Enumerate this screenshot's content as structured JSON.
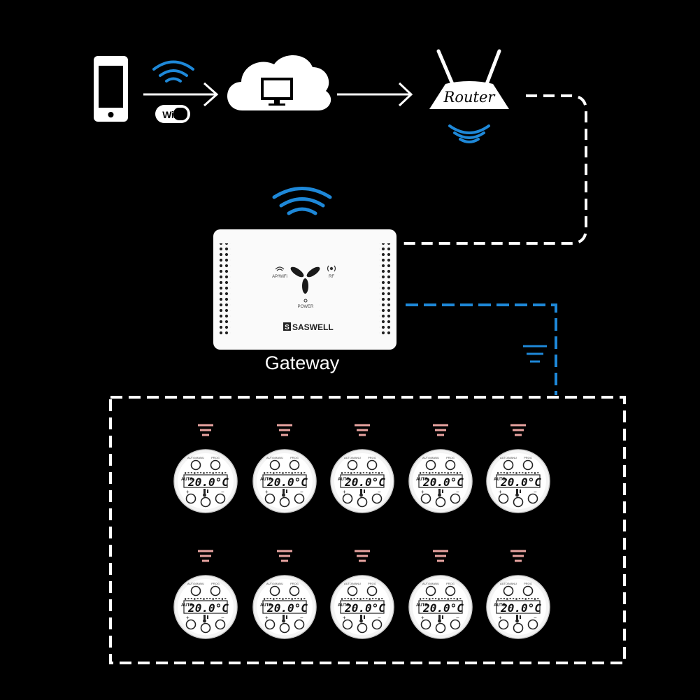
{
  "colors": {
    "background": "#000000",
    "wifi_blue": "#1e88d8",
    "rf_pink": "#e8a3a0",
    "ethernet_white": "#ffffff",
    "rf_link_blue": "#1e88d8"
  },
  "icons": [
    "smartphone-icon",
    "wifi-waves-icon",
    "wifi-logo-icon",
    "cloud-monitor-icon",
    "router-icon",
    "arrow-right-icon",
    "signal-bars-icon"
  ],
  "phone": {
    "icon": "smartphone-icon"
  },
  "wifi_logo": {
    "text": "WiFi"
  },
  "cloud": {
    "icon": "cloud-monitor-icon"
  },
  "router": {
    "label": "Router"
  },
  "gateway": {
    "label": "Gateway",
    "brand": "SASWELL",
    "brand_mark": "S",
    "apwifi_label": "AP/WiFi",
    "rf_label": "RF",
    "power_label": "POWER"
  },
  "thermostat": {
    "mode_label": "AUTO",
    "temperature": "20.0°C",
    "buttons_top_label": "AUTO/MANU",
    "buttons_top_label2": "PROG",
    "unit_count": 10,
    "rows": 2,
    "per_row": 5
  }
}
